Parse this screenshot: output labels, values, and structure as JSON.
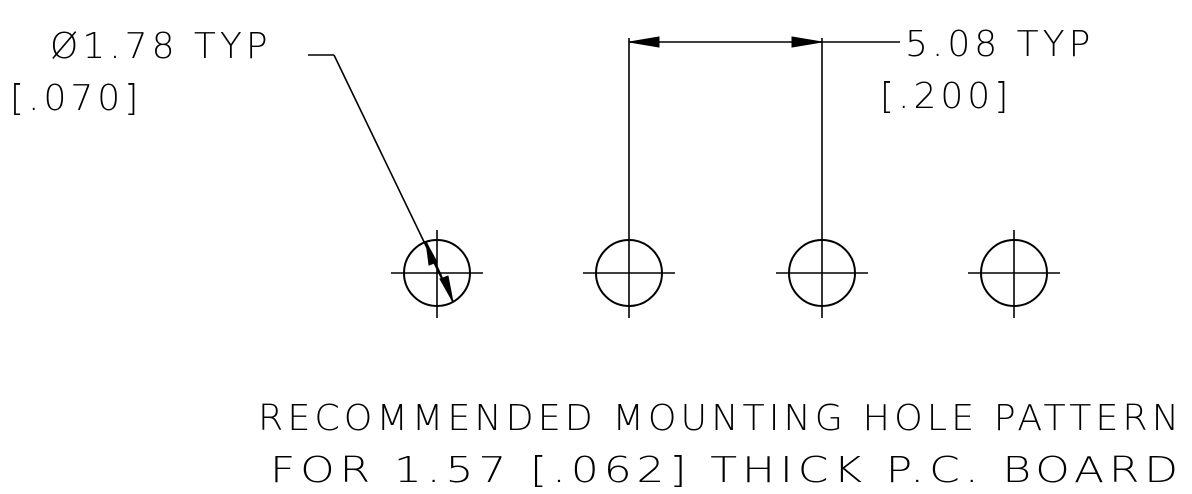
{
  "callouts": {
    "diameter": {
      "metric": "Ø1.78 TYP",
      "inch": "[.070]"
    },
    "spacing": {
      "metric": "5.08 TYP",
      "inch": "[.200]"
    }
  },
  "caption": {
    "line1": "RECOMMENDED MOUNTING HOLE PATTERN",
    "line2": "FOR 1.57 [.062] THICK P.C. BOARD"
  },
  "colors": {
    "ink": "#000000",
    "paper": "#ffffff"
  }
}
